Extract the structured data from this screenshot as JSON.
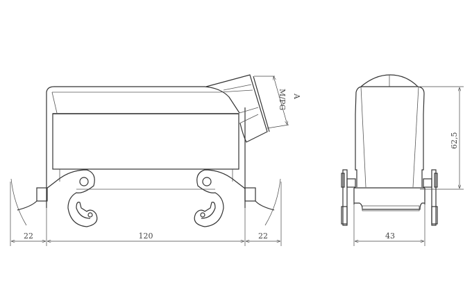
{
  "drawing": {
    "front_view": {
      "dimensions": {
        "left_flange": "22",
        "width": "120",
        "right_flange": "22"
      },
      "thread_label": "M/PG",
      "thread_symbol": "A"
    },
    "side_view": {
      "dimensions": {
        "height": "62,5",
        "width": "43"
      }
    }
  }
}
